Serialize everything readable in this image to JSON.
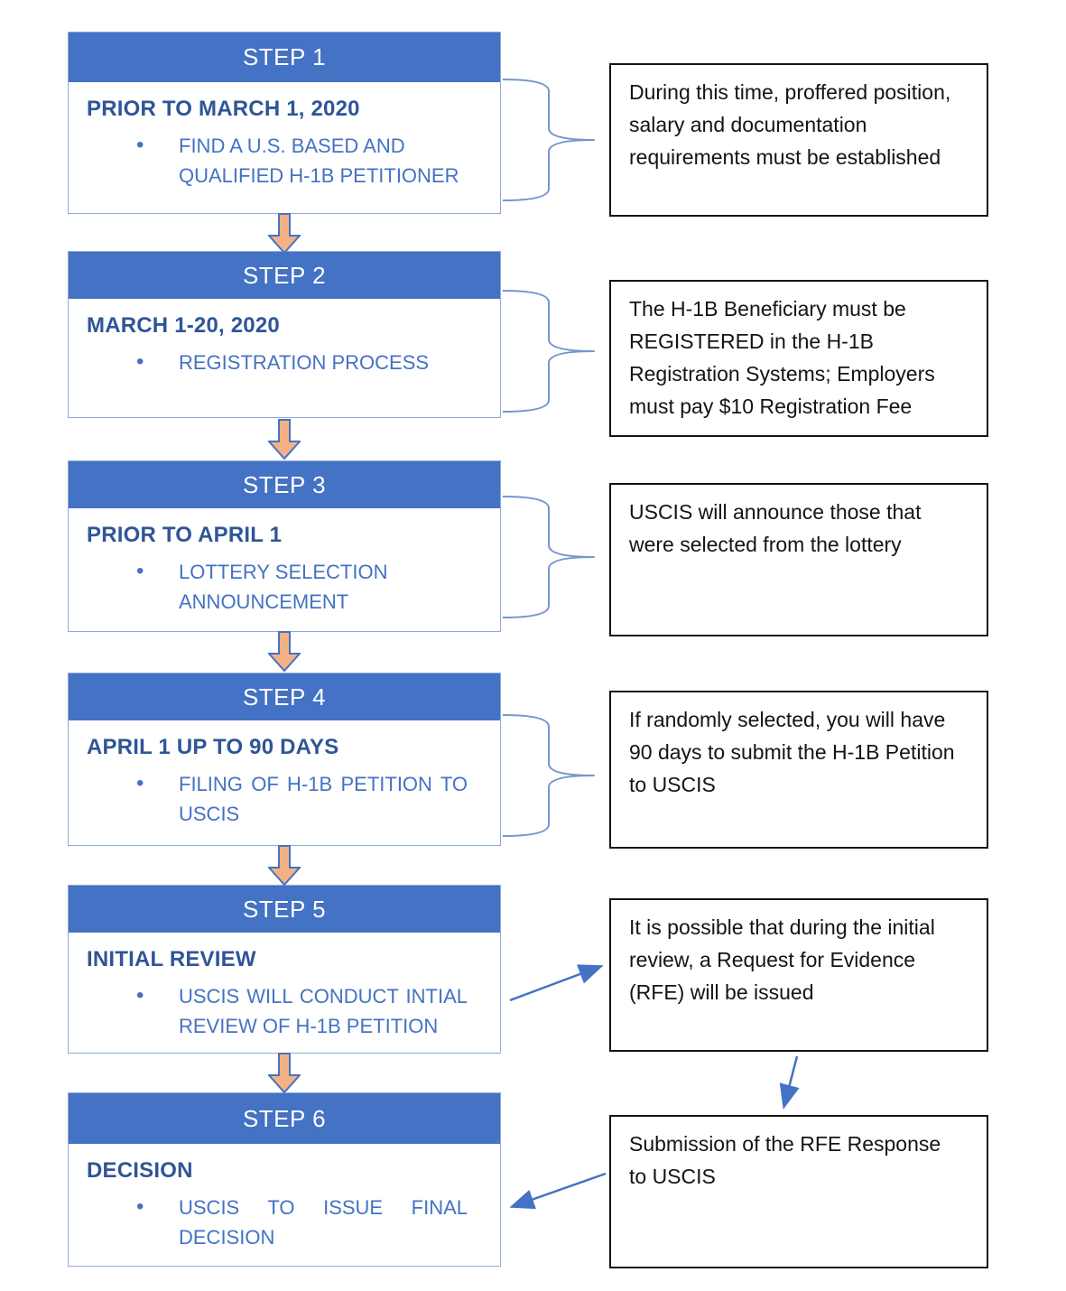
{
  "steps": [
    {
      "header": "STEP 1",
      "title": "PRIOR TO MARCH 1, 2020",
      "bullet": "FIND A U.S. BASED AND QUALIFIED H-1B PETITIONER",
      "note": "During this time, proffered position, salary and documentation requirements must be established"
    },
    {
      "header": "STEP 2",
      "title": "MARCH 1-20, 2020",
      "bullet": "REGISTRATION PROCESS",
      "note": "The H-1B Beneficiary must be REGISTERED in the H-1B Registration Systems; Employers must pay $10 Registration Fee"
    },
    {
      "header": "STEP 3",
      "title": "PRIOR TO APRIL 1",
      "bullet": "LOTTERY SELECTION ANNOUNCEMENT",
      "note": "USCIS will announce those that were selected from the lottery"
    },
    {
      "header": "STEP 4",
      "title": "APRIL 1 UP TO 90 DAYS",
      "bullet": "FILING OF H-1B PETITION TO USCIS",
      "note": "If randomly selected, you will have 90 days to submit the H-1B Petition to USCIS"
    },
    {
      "header": "STEP 5",
      "title": "INITIAL REVIEW",
      "bullet": "USCIS WILL CONDUCT INTIAL REVIEW OF H-1B PETITION",
      "note": "It is possible that during the initial review, a Request for Evidence (RFE) will be issued"
    },
    {
      "header": "STEP 6",
      "title": "DECISION",
      "bullet": "USCIS TO ISSUE FINAL DECISION",
      "note": "Submission of the RFE Response to USCIS"
    }
  ],
  "colors": {
    "header_bg": "#4472C4",
    "header_text": "#FFFFFF",
    "step_border": "#8EAADB",
    "title_text": "#2F5597",
    "bullet_text": "#4472C4",
    "note_border": "#141414",
    "note_text": "#141414",
    "flow_arrow_fill": "#F4B183",
    "flow_arrow_stroke": "#4472C4",
    "connector_stroke": "#7396CE"
  }
}
